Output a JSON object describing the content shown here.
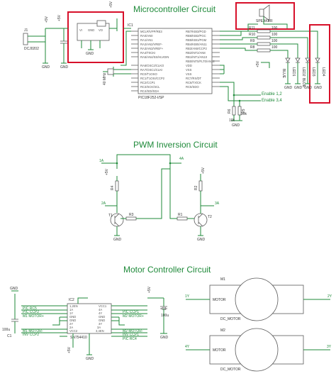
{
  "titles": {
    "micro": "Microcontroller Circuit",
    "pwm": "PWM Inversion Circuit",
    "motor": "Motor Controller Circuit"
  },
  "connector": {
    "name": "J1",
    "value": "DCJ0202"
  },
  "regulator": {
    "pins": [
      "VI",
      "GND",
      "VO"
    ]
  },
  "mcu": {
    "name": "IC1",
    "value": "PIC18F252-I/SP",
    "left_pins": [
      "MCLR/VPP/RE3",
      "RA0/AN0",
      "RA1/AN1",
      "RA2/AN2/VREF-",
      "RA3/AN3/VREF+",
      "RA4/T0CKI",
      "RA5/AN4/SS/HLVDIN",
      "",
      "RA6/OSC2/CLKO",
      "RA7/OSC1/CLKI",
      "RC0/T1OSO",
      "RC1/T1OSI/CCP2",
      "RC2/CCP1",
      "RC3/SCK/SCL",
      "RC4/SDI/SDA"
    ],
    "right_pins": [
      "RB7/KBI3/PGD",
      "RB6/KBI2/PGC",
      "RB5/KBI1/PGM",
      "RB4/KBI0/AN11",
      "RB3/AN9/CCP2",
      "RB2/INT2/AN8",
      "RB1/INT1/AN10",
      "RB0/INT0/FLT0/AN12",
      "VDD",
      "VSS",
      "VSS",
      "RC7/RX/DT",
      "RC6/TX/CK",
      "RC5/SDO"
    ]
  },
  "crystal": {
    "value": "40 MHz"
  },
  "speaker": {
    "label": "SPEAKER"
  },
  "resistors": {
    "r11": {
      "name": "R11",
      "value": "100"
    },
    "r10": {
      "name": "R10",
      "value": "100"
    },
    "r9": {
      "name": "R9",
      "value": "100"
    },
    "r8": {
      "name": "R8",
      "value": "100"
    }
  },
  "leds": [
    {
      "name": "LED1",
      "color": "BLUE"
    },
    {
      "name": "LED2",
      "color": ""
    },
    {
      "name": "LED3",
      "color": "BLUE"
    },
    {
      "name": "LED4",
      "color": ""
    }
  ],
  "enables": [
    "Enable 1,2",
    "Enable 3,4"
  ],
  "pulldowns": [
    {
      "name": "R6",
      "value": "10k"
    },
    {
      "name": "R5",
      "value": "10k"
    }
  ],
  "pwm": {
    "net_in_a": "1A",
    "net_in_b": "4A",
    "net_out_a": "2A",
    "net_out_b": "3A",
    "r4": "R4",
    "r3": "R3",
    "r1": "R1",
    "r2": "R2",
    "t1": "T1",
    "t2": "T2"
  },
  "driver": {
    "name": "IC2",
    "value": "SN754410",
    "left_pins": [
      "1,2EN",
      "1A",
      "1Y",
      "GND",
      "GND",
      "2Y",
      "2A",
      "VCC2"
    ],
    "right_pins": [
      "VCC1",
      "4A",
      "4Y",
      "GND",
      "GND",
      "3Y",
      "3A",
      "3,4EN"
    ],
    "left_nets": [
      "PIC RC5",
      "PIC CCP2",
      "M1 MOTOR+",
      "",
      "",
      "M1 MOTOR-",
      "INV CCP2",
      ""
    ],
    "right_nets": [
      "",
      "PIC CCP1",
      "M2 MOTOR+",
      "",
      "",
      "M2 MOTOR-",
      "INV CCP1",
      "PIC RC4"
    ]
  },
  "caps": {
    "c1": "C1",
    "c2": "100u",
    "c3": "C3",
    "c4": "100u"
  },
  "motors": [
    {
      "name": "M1",
      "label": "MOTOR",
      "value": "DC_MOTOR",
      "left_net": "1Y",
      "right_net": "2Y"
    },
    {
      "name": "M2",
      "label": "MOTOR",
      "value": "DC_MOTOR",
      "left_net": "4Y",
      "right_net": "3Y"
    }
  ],
  "power": {
    "vplus": "+5V",
    "gnd": "GND"
  },
  "colors": {
    "wire": "#1f8a3a",
    "part": "#5a5a5a",
    "highlight": "#d7102a"
  }
}
